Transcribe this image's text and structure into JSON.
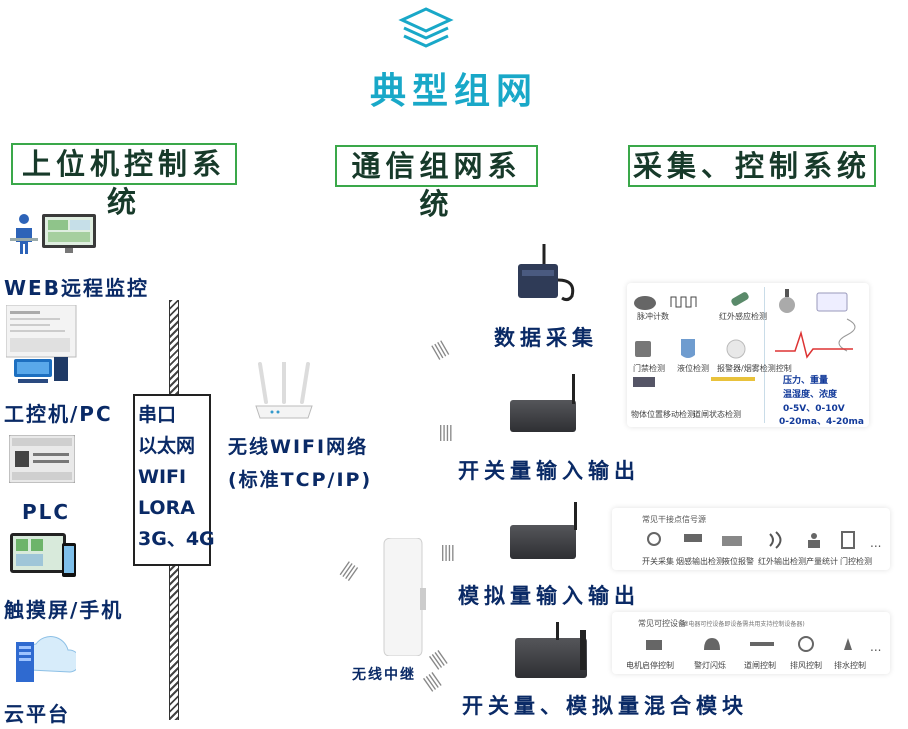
{
  "header": {
    "title": "典型组网"
  },
  "sections": {
    "upper": "上位机控制系统",
    "comm": "通信组网系统",
    "acq": "采集、控制系统"
  },
  "left_items": [
    "WEB远程监控",
    "工控机/PC",
    "PLC",
    "触摸屏/手机",
    "云平台"
  ],
  "protocols": [
    "串口",
    "以太网",
    "WIFI",
    "LORA",
    "3G、4G"
  ],
  "router": {
    "line1": "无线WIFI网络",
    "line2": "(标准TCP/IP)"
  },
  "repeater": {
    "label": "无线中继"
  },
  "right_items": [
    "数据采集",
    "开关量输入输出",
    "模拟量输入输出",
    "开关量、模拟量混合模块"
  ],
  "sensor_panel": {
    "items": [
      "脉冲计数",
      "红外感应检测",
      "门禁检测",
      "液位检测",
      "报警器/烟雾检测控制",
      "物体位置移动检测",
      "道闸状态检测"
    ],
    "analog_lines": [
      "压力、重量",
      "温湿度、浓度",
      "0-5V、0-10V",
      "0-20ma、4-20ma"
    ]
  },
  "di_panel": {
    "heading": "常见干接点信号源",
    "items": [
      "开关采集",
      "烟感输出检测",
      "液位报警",
      "红外输出检测",
      "产量统计",
      "门控检测"
    ],
    "more": "..."
  },
  "do_panel": {
    "heading": "常见可控设备",
    "note": "(继电器可控设备即设备需共用支持控制设备器)",
    "items": [
      "电机启停控制",
      "警灯闪烁",
      "道闸控制",
      "排风控制",
      "排水控制"
    ],
    "more": "..."
  },
  "icons": [
    "layers-icon",
    "monitor-person-icon",
    "pc-icon",
    "plc-icon",
    "touchscreen-icon",
    "cloud-icon",
    "router-icon",
    "repeater-icon",
    "gateway-icon",
    "io-module-icon"
  ],
  "colors": {
    "title": "#19a8c8",
    "section_border": "#3aa84a",
    "label": "#0a2a66"
  }
}
